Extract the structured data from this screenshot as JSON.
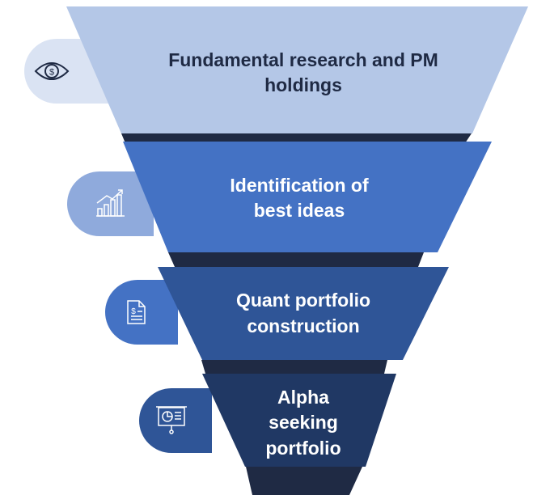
{
  "stages": [
    {
      "lines": [
        "Fundamental research and PM",
        "holdings"
      ],
      "icon": "eye-dollar-icon",
      "color": "#b4c7e7",
      "tab_color": "#dae3f3",
      "icon_color": "#1f2a44",
      "text_color": "#1f2a44"
    },
    {
      "lines": [
        "Identification of",
        "best ideas"
      ],
      "icon": "growth-chart-icon",
      "color": "#4472c4",
      "tab_color": "#8faadc",
      "icon_color": "#ffffff",
      "text_color": "#ffffff"
    },
    {
      "lines": [
        "Quant portfolio",
        "construction"
      ],
      "icon": "financial-document-icon",
      "color": "#2f5597",
      "tab_color": "#4472c4",
      "icon_color": "#ffffff",
      "text_color": "#ffffff"
    },
    {
      "lines": [
        "Alpha",
        "seeking",
        "portfolio"
      ],
      "icon": "presentation-board-icon",
      "color": "#203864",
      "tab_color": "#2f5597",
      "icon_color": "#ffffff",
      "text_color": "#ffffff"
    }
  ],
  "shadow_color": "#1f2a44"
}
